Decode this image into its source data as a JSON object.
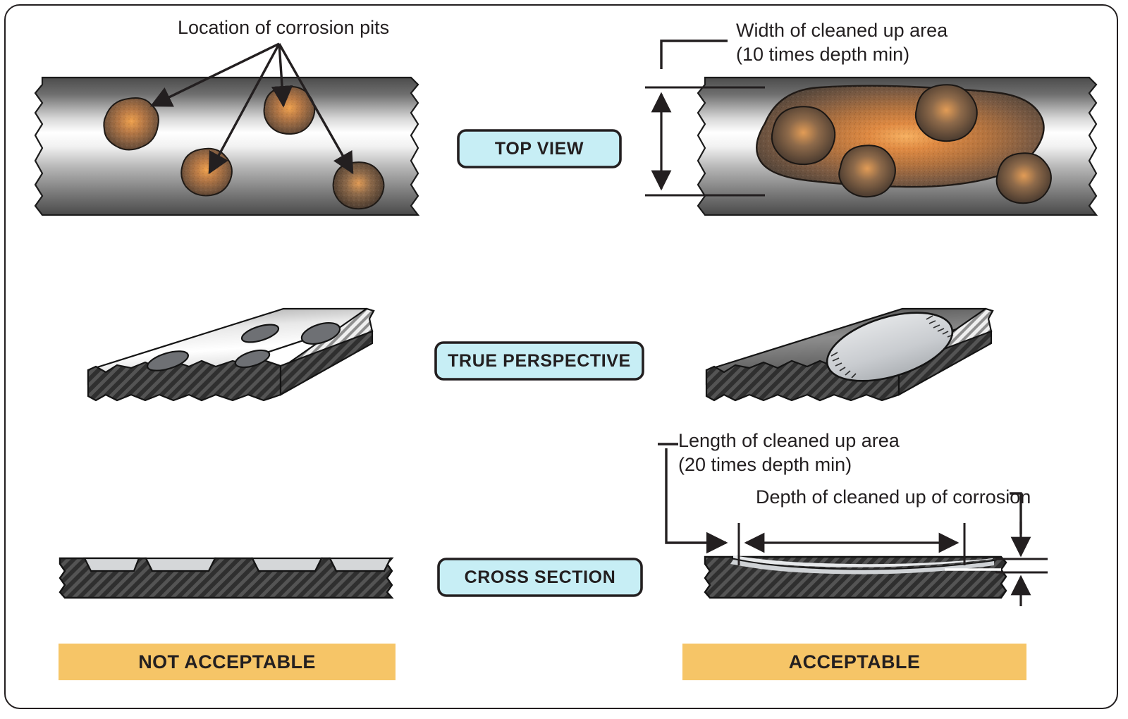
{
  "figure": {
    "title_visible": false,
    "colors": {
      "chip_fill": "#c7eef5",
      "chip_border": "#231f20",
      "banner_fill": "#f6c567",
      "ink": "#231f20",
      "rust_light": "#e88a3c",
      "rust_dark": "#6b4a35",
      "metal_dark": "#4a4a4a",
      "metal_light": "#ffffff",
      "hatch_dark": "#3a3a3a",
      "pit_fill": "#d5d7d9"
    }
  },
  "callouts": {
    "pits_label": "Location of  corrosion pits",
    "width_label_line1": "Width of cleaned up area",
    "width_label_line2": "(10 times depth min)",
    "length_label_line1": "Length of cleaned up area",
    "length_label_line2": "(20 times depth min)",
    "depth_label": "Depth of cleaned up of corrosion"
  },
  "view_chips": [
    {
      "id": "top-view",
      "label": "TOP VIEW"
    },
    {
      "id": "true-perspective",
      "label": "TRUE PERSPECTIVE"
    },
    {
      "id": "cross-section",
      "label": "CROSS SECTION"
    }
  ],
  "banners": [
    {
      "id": "not-acceptable",
      "label": "NOT ACCEPTABLE"
    },
    {
      "id": "acceptable",
      "label": "ACCEPTABLE"
    }
  ],
  "columns": {
    "left": {
      "verdict": "NOT ACCEPTABLE"
    },
    "right": {
      "verdict": "ACCEPTABLE"
    }
  },
  "left_column": {
    "top_view": {
      "description": "pipe with four separate corrosion pits",
      "pit_count": 4
    },
    "true_perspective": {
      "description": "plate with four discrete pits",
      "pit_count": 4
    },
    "cross_section": {
      "description": "hatched plate with four sharp notches",
      "notch_count": 4
    }
  },
  "right_column": {
    "top_view": {
      "description": "pipe with one large blended cleaned up area containing pits",
      "pit_count": 4,
      "blend_count": 1
    },
    "true_perspective": {
      "description": "plate with one large blended oval depression",
      "blend_count": 1
    },
    "cross_section": {
      "description": "hatched plate with one shallow blended depression",
      "blend_count": 1
    }
  }
}
